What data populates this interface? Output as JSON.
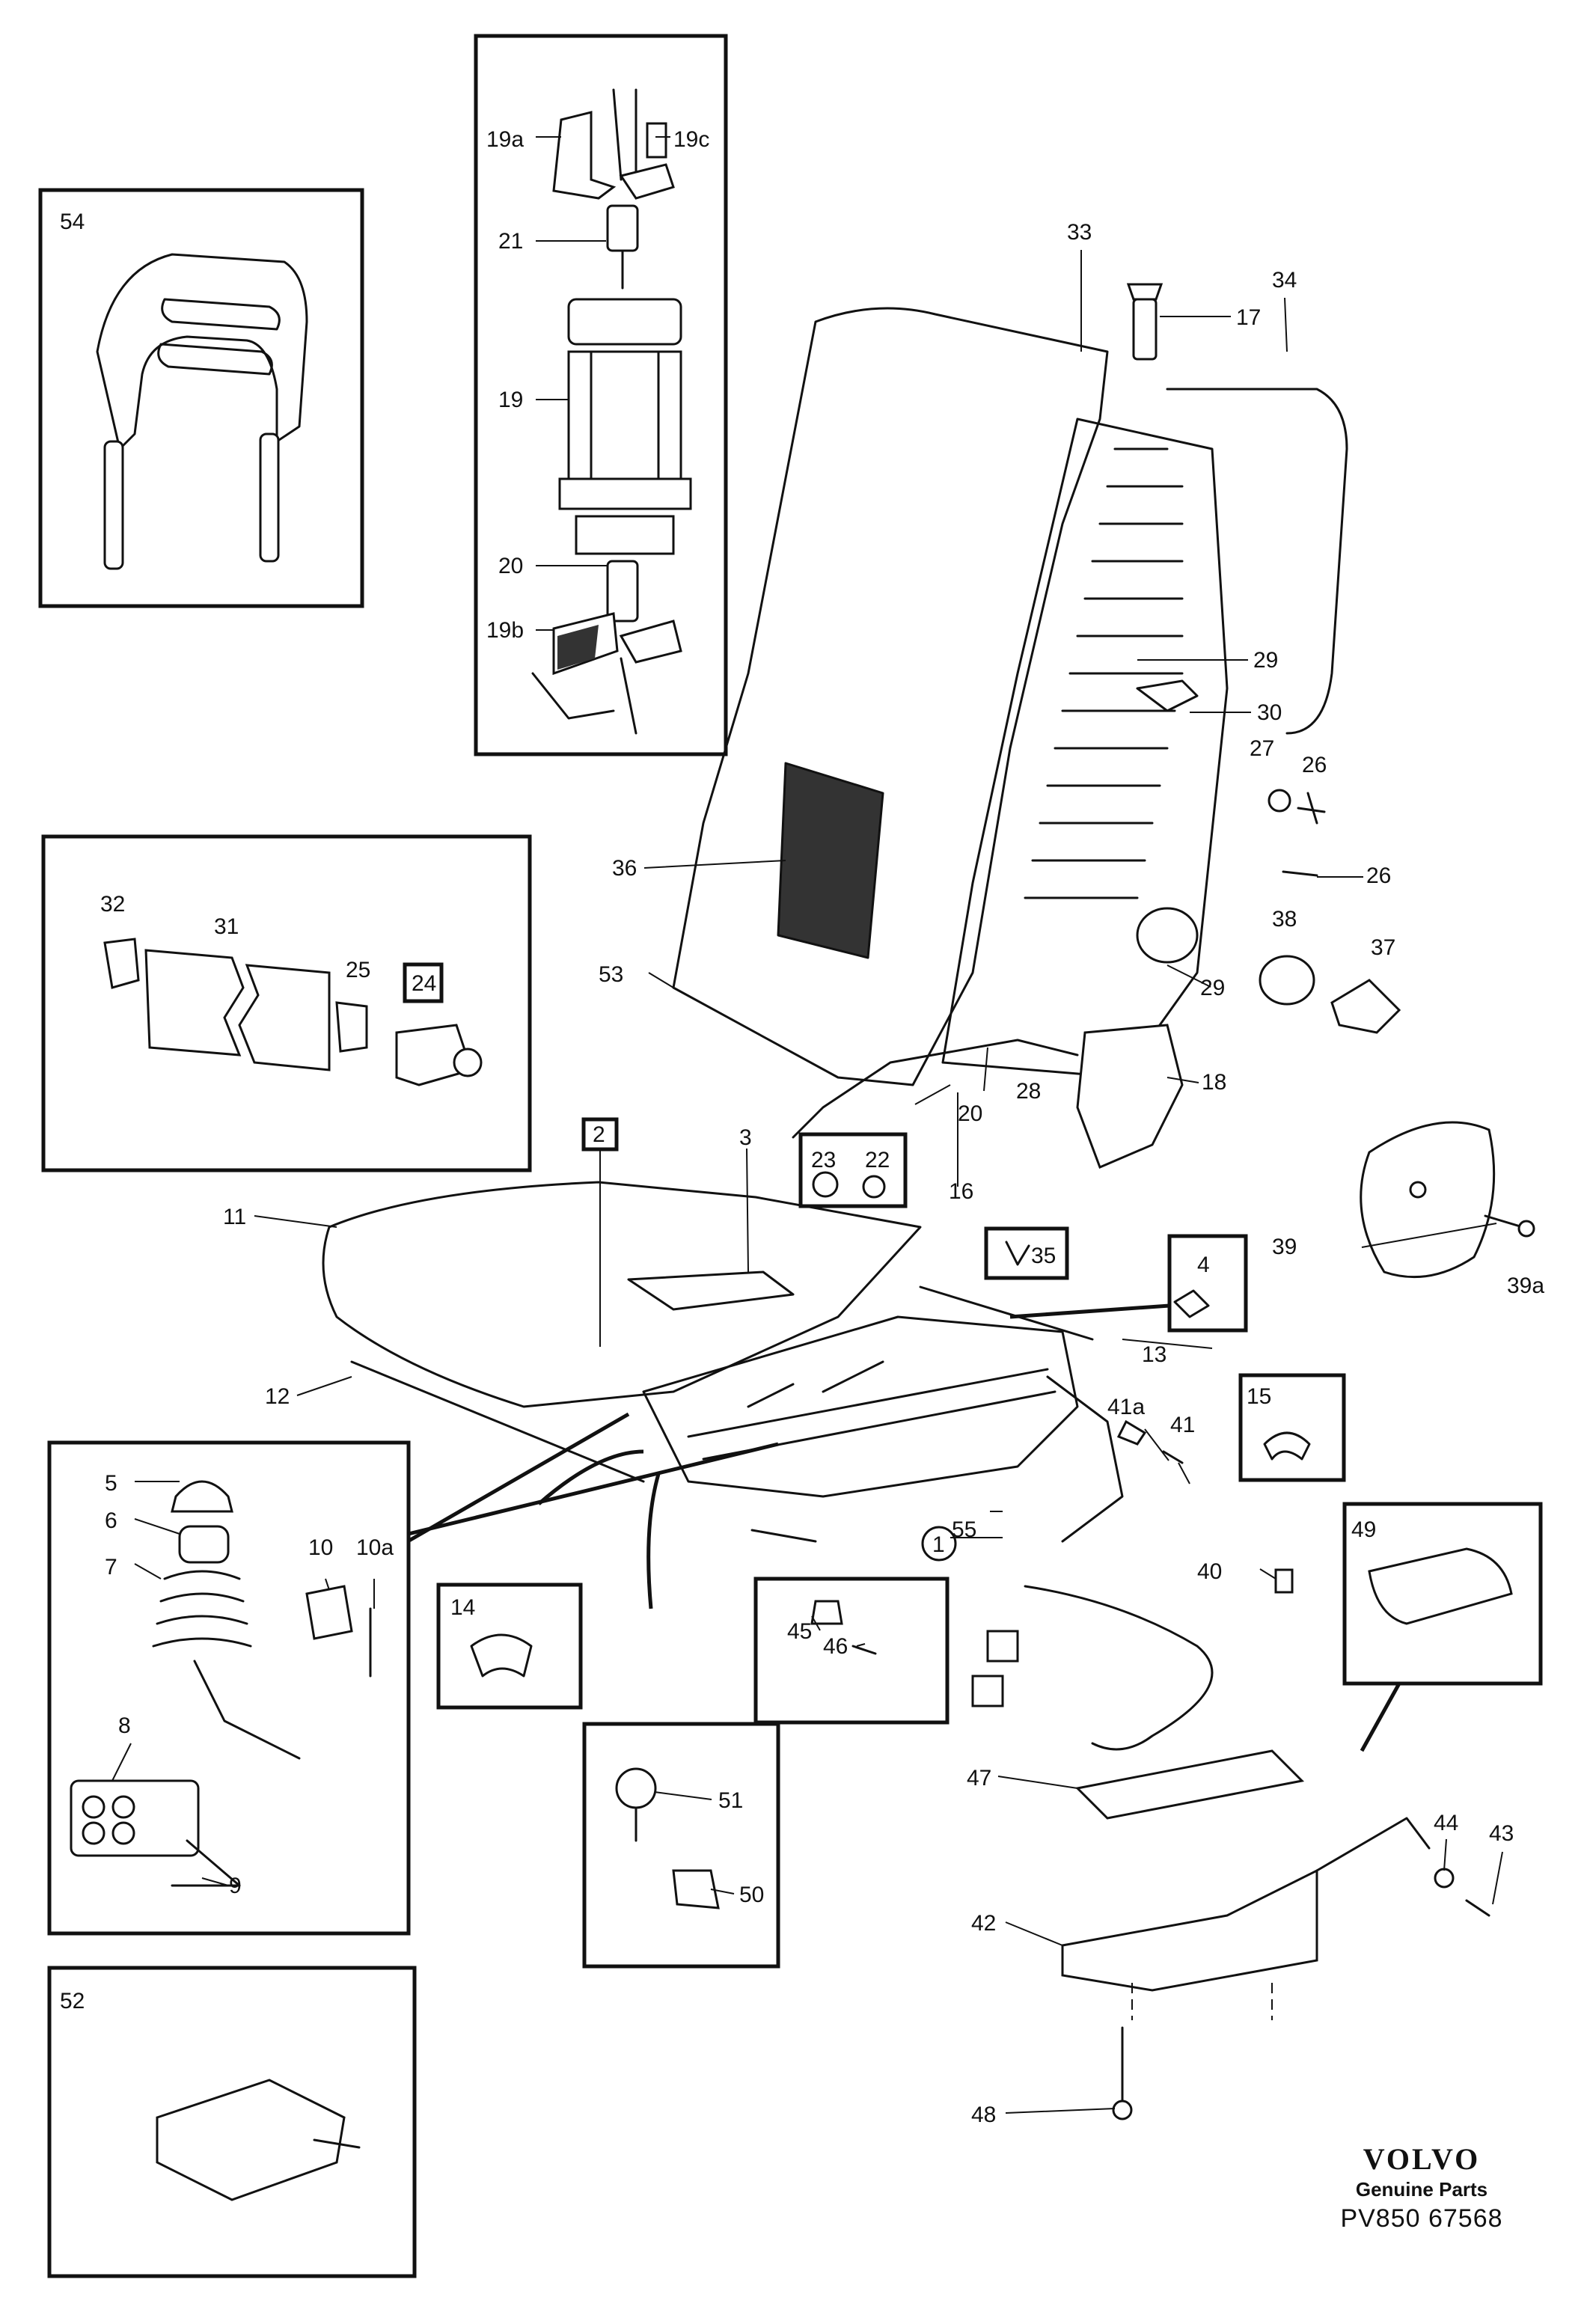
{
  "callouts": {
    "c54": "54",
    "c19a": "19a",
    "c19c": "19c",
    "c21": "21",
    "c19": "19",
    "c20top": "20",
    "c19b": "19b",
    "c33": "33",
    "c17": "17",
    "c34": "34",
    "c29a": "29",
    "c30": "30",
    "c27": "27",
    "c26a": "26",
    "c26b": "26",
    "c36": "36",
    "c38": "38",
    "c37": "37",
    "c53": "53",
    "c29b": "29",
    "c18": "18",
    "c32": "32",
    "c31": "31",
    "c25": "25",
    "c24": "24",
    "c2": "2",
    "c3": "3",
    "c23": "23",
    "c22": "22",
    "c20mid": "20",
    "c28": "28",
    "c16": "16",
    "c11": "11",
    "c35": "35",
    "c39": "39",
    "c39a": "39a",
    "c4": "4",
    "c13": "13",
    "c15": "15",
    "c12": "12",
    "c41a": "41a",
    "c41": "41",
    "c55": "55",
    "c1": "1",
    "c40": "40",
    "c49": "49",
    "c5": "5",
    "c6": "6",
    "c7": "7",
    "c10": "10",
    "c10a": "10a",
    "c8": "8",
    "c9": "9",
    "c14": "14",
    "c45": "45",
    "c46": "46",
    "c51": "51",
    "c50": "50",
    "c47": "47",
    "c44": "44",
    "c43": "43",
    "c42": "42",
    "c52": "52",
    "c48": "48"
  },
  "brand": {
    "logo": "VOLVO",
    "tagline": "Genuine Parts",
    "code": "PV850 67568"
  }
}
